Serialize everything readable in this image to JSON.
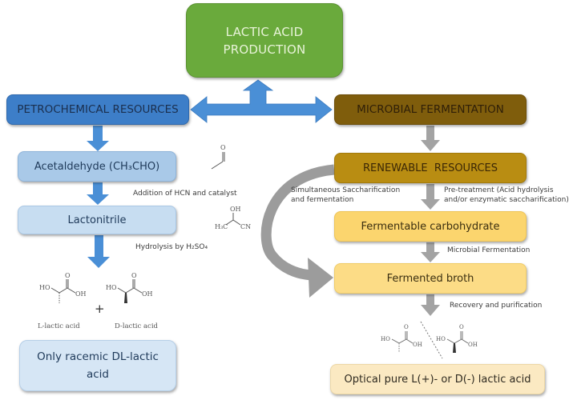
{
  "title_box": {
    "line1": "LACTIC ACID",
    "line2": "PRODUCTION"
  },
  "petrochemical": {
    "header": "PETROCHEMICAL RESOURCES",
    "step1": "Acetaldehyde (CH₃CHO)",
    "step1_to_step2_label": "Addition of HCN and catalyst",
    "step2": "Lactonitrile",
    "step2_to_products_label": "Hydrolysis by H₂SO₄",
    "products": {
      "l_label": "L-lactic acid",
      "d_label": "D-lactic acid",
      "plus": "+"
    },
    "result_line1": "Only racemic DL-lactic",
    "result_line2": "acid"
  },
  "microbial": {
    "header": "MICROBIAL FERMENTATION",
    "step1": "RENEWABLE  RESOURCES",
    "ssf_label_line1": "Simultaneous Saccharification",
    "ssf_label_line2": "and fermentation",
    "pretreat_label_line1": "Pre-treatment (Acid hydrolysis",
    "pretreat_label_line2": "and/or enzymatic saccharification)",
    "step2": "Fermentable carbohydrate",
    "step2_to_step3_label": "Microbial Fermentation",
    "step3": "Fermented broth",
    "step3_to_result_label": "Recovery and purification",
    "result": "Optical pure L(+)- or D(-) lactic acid"
  },
  "chem_structures": {
    "acetaldehyde_atoms": [
      "O"
    ],
    "lactonitrile_atoms": [
      "OH",
      "H₃C",
      "CN"
    ],
    "lactic_atoms": [
      "HO",
      "O",
      "OH"
    ]
  },
  "colors": {
    "title_green": "#6aaa3c",
    "petro_blue": "#3d7ec8",
    "arrow_blue": "#4a8fd6",
    "micro_brown": "#7f5d0c",
    "renew_gold": "#b98d12",
    "yellow_box": "#fbd56e",
    "arrow_gray": "#9a9a9a"
  }
}
